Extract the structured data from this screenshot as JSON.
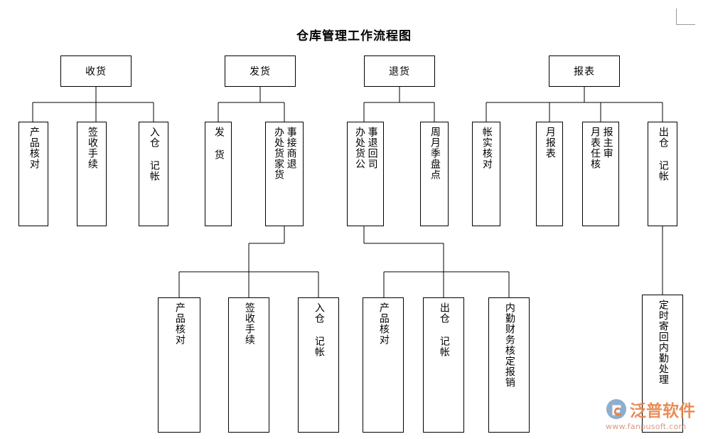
{
  "document": {
    "title": "仓库管理工作流程图"
  },
  "watermark": {
    "brand": "泛普软件",
    "url": "www.fanpusoft.com",
    "logo_icon": "fanpu-logo-icon",
    "brand_color": "#e8834a"
  },
  "diagram": {
    "type": "flowchart",
    "orientation": "top-down",
    "line_color": "#000000",
    "box_fill": "#ffffff",
    "groups": [
      {
        "id": "receiving",
        "head": {
          "label": "收货"
        },
        "children": [
          {
            "id": "r1",
            "columns": [
              "产品核对"
            ]
          },
          {
            "id": "r2",
            "columns": [
              "签收手续"
            ]
          },
          {
            "id": "r3",
            "columns": [
              "入仓 记帐"
            ]
          }
        ]
      },
      {
        "id": "shipping",
        "head": {
          "label": "发货"
        },
        "children": [
          {
            "id": "s1",
            "columns": [
              "发 货"
            ]
          },
          {
            "id": "s2",
            "columns": [
              "事接商退",
              "办处货家货"
            ]
          }
        ]
      },
      {
        "id": "returns",
        "head": {
          "label": "退货"
        },
        "children": [
          {
            "id": "t1",
            "columns": [
              "事退回司",
              "办处货公"
            ]
          },
          {
            "id": "t2",
            "columns": [
              "周月季盘点"
            ]
          }
        ]
      },
      {
        "id": "reports",
        "head": {
          "label": "报表"
        },
        "children": [
          {
            "id": "p1",
            "columns": [
              "帐实核对"
            ]
          },
          {
            "id": "p2",
            "columns": [
              "月报表"
            ]
          },
          {
            "id": "p3",
            "columns": [
              "报主审",
              "月表任核"
            ]
          },
          {
            "id": "p4",
            "columns": [
              "出仓 记帐"
            ]
          }
        ]
      }
    ],
    "second_level": [
      {
        "id": "shipping-sub",
        "parent": "s2",
        "children": [
          {
            "id": "sa",
            "columns": [
              "产品核对"
            ]
          },
          {
            "id": "sb",
            "columns": [
              "签收手续"
            ]
          },
          {
            "id": "sc",
            "columns": [
              "入仓 记帐"
            ]
          }
        ]
      },
      {
        "id": "returns-sub",
        "parent": "t1",
        "children": [
          {
            "id": "ta",
            "columns": [
              "产品核对"
            ]
          },
          {
            "id": "tb",
            "columns": [
              "出仓 记帐"
            ]
          },
          {
            "id": "tc",
            "columns": [
              "内勤财务核定报销"
            ]
          }
        ]
      },
      {
        "id": "reports-sub",
        "parent": "p4",
        "children": [
          {
            "id": "pa",
            "columns": [
              "定时寄回内勤处理"
            ]
          }
        ]
      }
    ]
  }
}
